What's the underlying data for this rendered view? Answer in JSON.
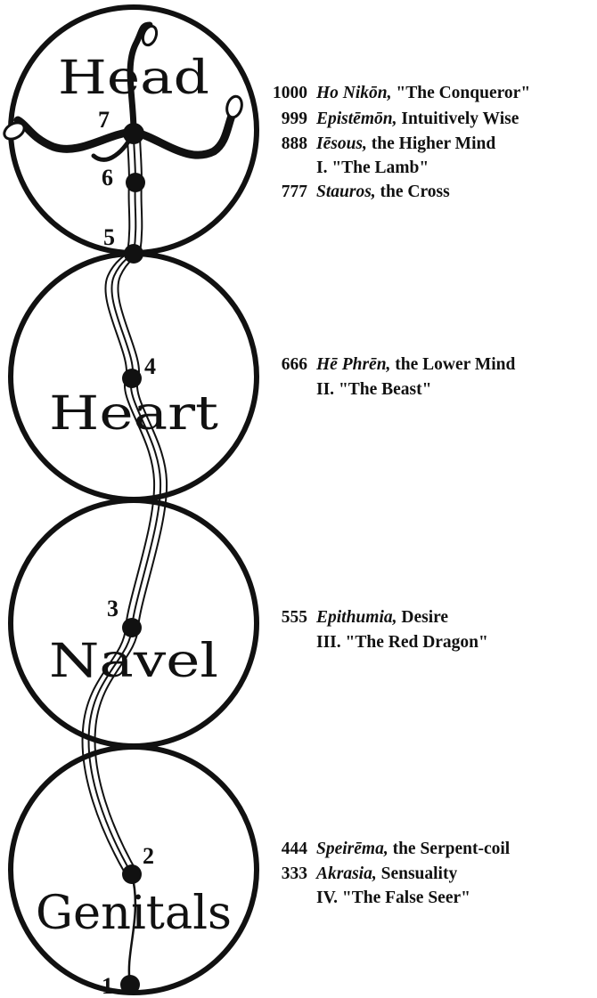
{
  "regions": [
    {
      "id": "head",
      "label": "Head"
    },
    {
      "id": "heart",
      "label": "Heart"
    },
    {
      "id": "navel",
      "label": "Navel"
    },
    {
      "id": "genitals",
      "label": "Genitals"
    }
  ],
  "nodes": [
    "1",
    "2",
    "3",
    "4",
    "5",
    "6",
    "7"
  ],
  "annotations": [
    {
      "number": "1000",
      "term": "Ho Nikōn,",
      "rest": " \"The Conqueror\""
    },
    {
      "number": "999",
      "term": "Epistēmōn,",
      "rest": " Intuitively Wise"
    },
    {
      "number": "888",
      "term": "Iēsous,",
      "rest": " the Higher Mind"
    },
    {
      "roman": "I.",
      "title": "\"The Lamb\""
    },
    {
      "number": "777",
      "term": "Stauros,",
      "rest": " the Cross"
    },
    {
      "number": "666",
      "term": "Hē Phrēn,",
      "rest": " the Lower Mind"
    },
    {
      "roman": "II.",
      "title": "\"The Beast\""
    },
    {
      "number": "555",
      "term": "Epithumia,",
      "rest": " Desire"
    },
    {
      "roman": "III.",
      "title": "\"The Red Dragon\""
    },
    {
      "number": "444",
      "term": "Speirēma,",
      "rest": " the Serpent-coil"
    },
    {
      "number": "333",
      "term": "Akrasia,",
      "rest": " Sensuality"
    },
    {
      "roman": "IV.",
      "title": "\"The False Seer\""
    }
  ]
}
